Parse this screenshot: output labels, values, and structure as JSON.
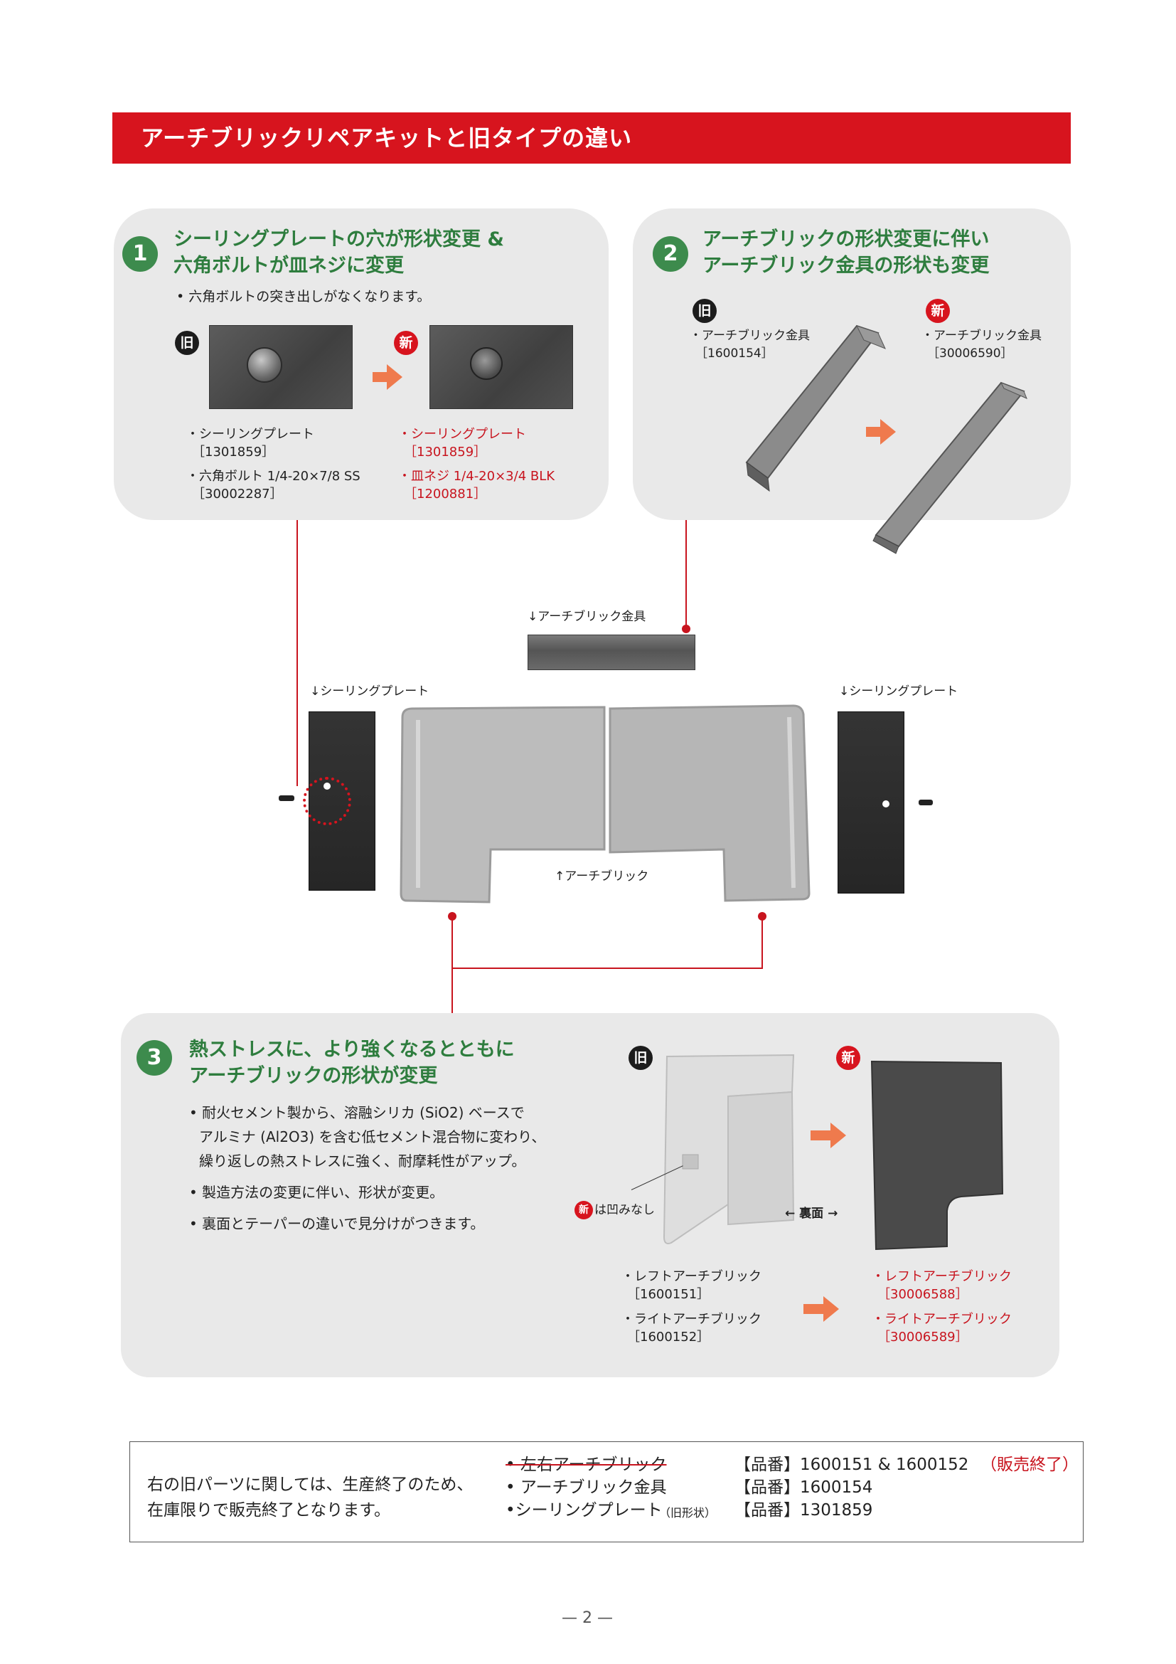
{
  "header": {
    "title": "アーチブリックリペアキットと旧タイプの違い"
  },
  "panel1": {
    "number": "1",
    "title_line1": "シーリングプレートの穴が形状変更 &",
    "title_line2": "六角ボルトが皿ネジに変更",
    "bullet": "• 六角ボルトの突き出しがなくなります。",
    "tag_old": "旧",
    "tag_new": "新",
    "old_items": [
      {
        "name": "・シーリングプレート",
        "code": "［1301859］"
      },
      {
        "name": "・六角ボルト 1/4-20×7/8 SS",
        "code": "［30002287］"
      }
    ],
    "new_items": [
      {
        "name": "・シーリングプレート",
        "code": "［1301859］"
      },
      {
        "name": "・皿ネジ 1/4-20×3/4 BLK",
        "code": "［1200881］"
      }
    ]
  },
  "panel2": {
    "number": "2",
    "title_line1": "アーチブリックの形状変更に伴い",
    "title_line2": "アーチブリック金具の形状も変更",
    "tag_old": "旧",
    "tag_new": "新",
    "old_item": {
      "name": "・アーチブリック金具",
      "code": "［1600154］"
    },
    "new_item": {
      "name": "・アーチブリック金具",
      "code": "［30006590］"
    }
  },
  "diagram": {
    "bracket_label": "↓アーチブリック金具",
    "seal_left_label": "↓シーリングプレート",
    "seal_right_label": "↓シーリングプレート",
    "brick_label": "↑アーチブリック"
  },
  "panel3": {
    "number": "3",
    "title_line1": "熱ストレスに、より強くなるとともに",
    "title_line2": "アーチブリックの形状が変更",
    "bullets": [
      "• 耐火セメント製から、溶融シリカ (SiO2) ベースで",
      "アルミナ (Al2O3) を含む低セメント混合物に変わり、",
      "繰り返しの熱ストレスに強く、耐摩耗性がアップ。",
      "• 製造方法の変更に伴い、形状が変更。",
      "• 裏面とテーパーの違いで見分けがつきます。"
    ],
    "tag_old": "旧",
    "tag_new": "新",
    "dent_note": "は凹みなし",
    "back_label": "← 裏面 →",
    "old_items": [
      {
        "name": "・レフトアーチブリック",
        "code": "［1600151］"
      },
      {
        "name": "・ライトアーチブリック",
        "code": "［1600152］"
      }
    ],
    "new_items": [
      {
        "name": "・レフトアーチブリック",
        "code": "［30006588］"
      },
      {
        "name": "・ライトアーチブリック",
        "code": "［30006589］"
      }
    ]
  },
  "notice": {
    "left_line1": "右の旧パーツに関しては、生産終了のため、",
    "left_line2": "在庫限りで販売終了となります。",
    "items": [
      {
        "name": "• 左右アーチブリック",
        "code": "【品番】1600151 & 1600152",
        "status": "（販売終了）"
      },
      {
        "name": "• アーチブリック金具",
        "code": "【品番】1600154"
      },
      {
        "name": "•シーリングプレート",
        "note": "（旧形状）",
        "code": "【品番】1301859"
      }
    ]
  },
  "footer": {
    "page": "— 2 —"
  },
  "colors": {
    "accent_red": "#d7141e",
    "green": "#3d8b4d",
    "arrow_orange": "#ef7a4d",
    "panel_gray": "#e9e9e9"
  }
}
